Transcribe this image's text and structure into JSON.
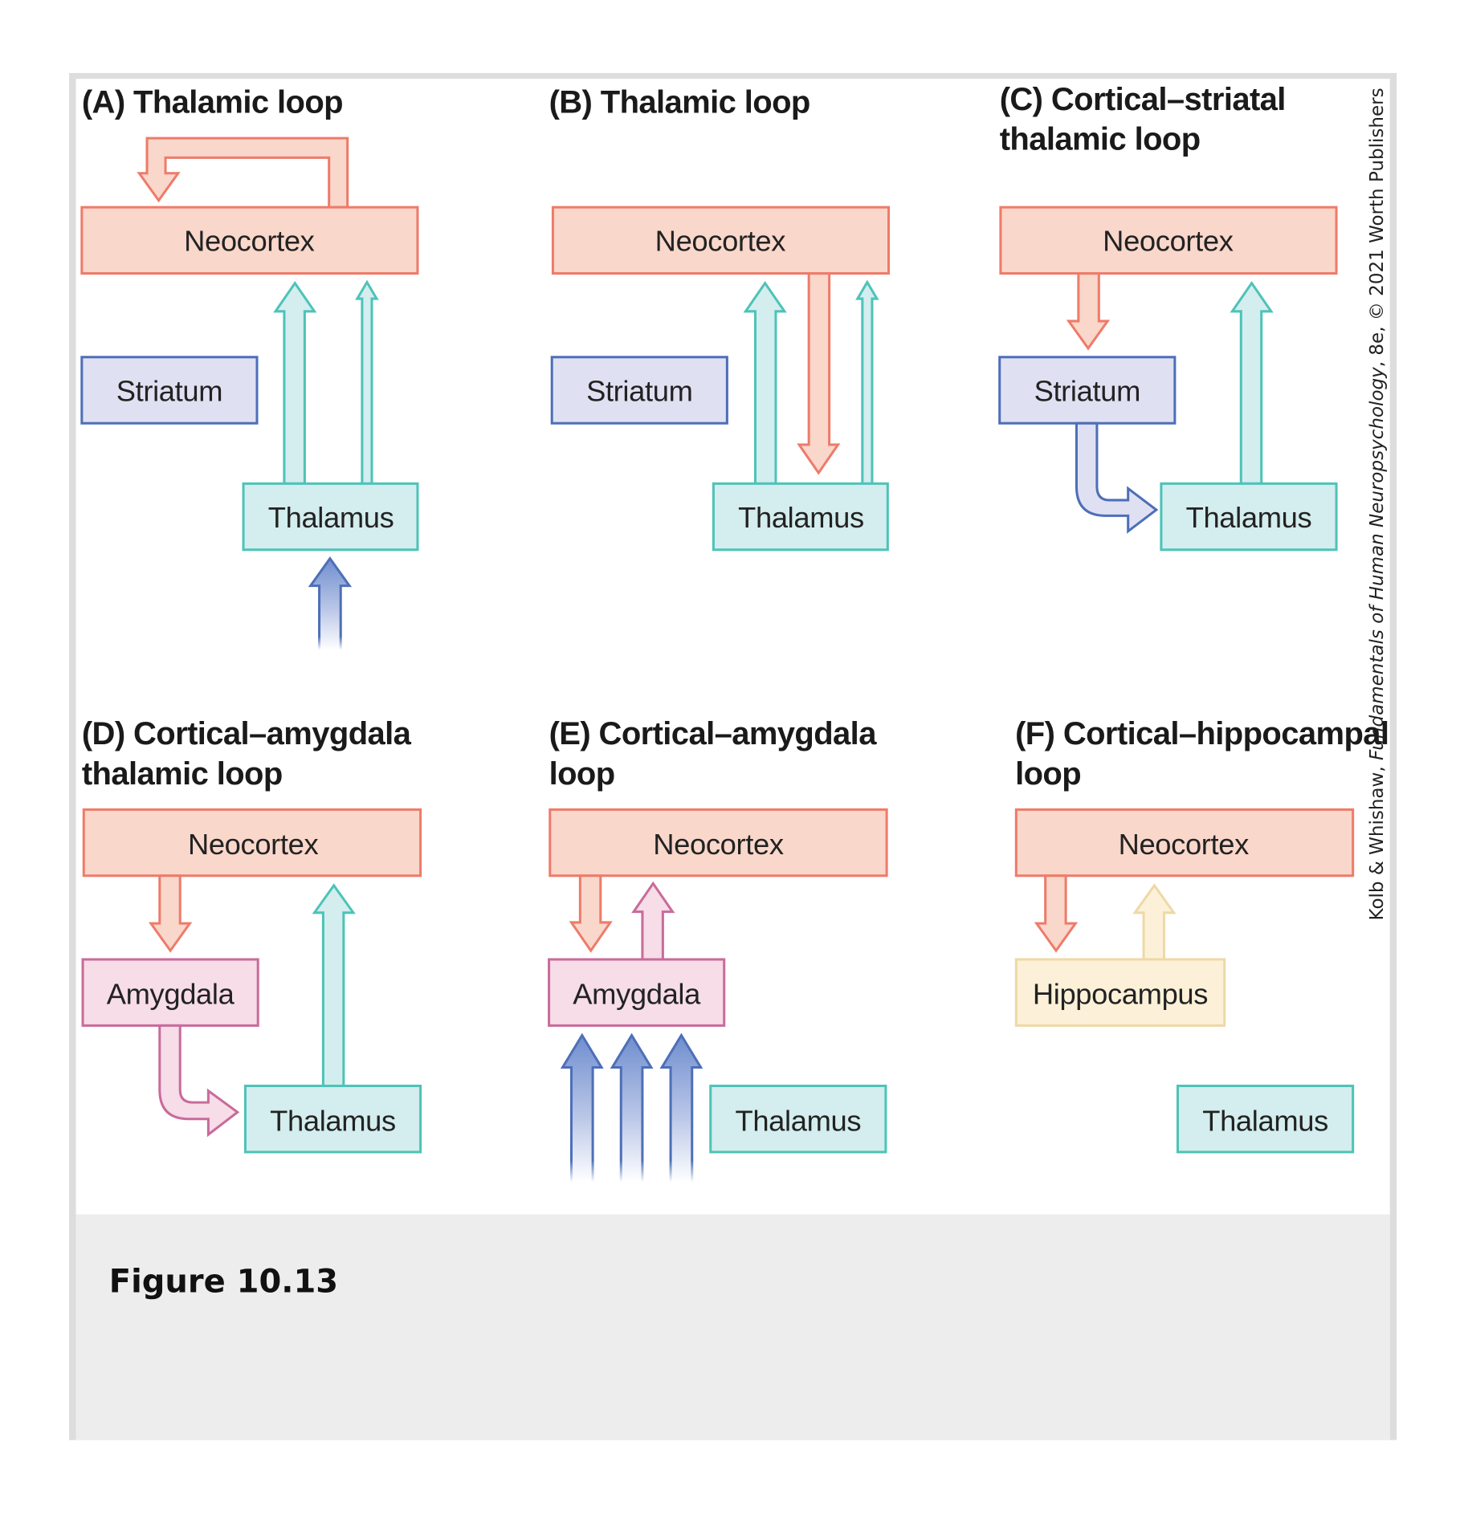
{
  "figure": {
    "caption": "Figure 10.13",
    "credit_prefix": "Kolb & Whishaw, ",
    "credit_book": "Fundamentals of Human Neuropsychology",
    "credit_suffix": ", 8e, © 2021 Worth Publishers"
  },
  "colors": {
    "neocortex_fill": "#F9D7CB",
    "neocortex_stroke": "#EE7B6A",
    "striatum_fill": "#DFE1F2",
    "striatum_stroke": "#4E6FB8",
    "thalamus_fill": "#D4EDEE",
    "thalamus_stroke": "#4EC3B8",
    "amygdala_fill": "#F6DDE8",
    "amygdala_stroke": "#C96B9B",
    "hippocampus_fill": "#FCF1D8",
    "hippocampus_stroke": "#EED9A6",
    "input_arrow": "#4E6FB8",
    "caption_background": "#EDEDED",
    "frame_border": "#DDDDDD"
  },
  "panels": [
    {
      "id": "A",
      "title_line1": "(A)  Thalamic loop",
      "title_line2": "",
      "structures": {
        "neocortex": "Neocortex",
        "striatum": "Striatum",
        "thalamus": "Thalamus"
      },
      "connections": [
        "neocortex→neocortex (recurrent)",
        "thalamus→neocortex (x2)",
        "input→thalamus"
      ]
    },
    {
      "id": "B",
      "title_line1": "(B)  Thalamic loop",
      "title_line2": "",
      "structures": {
        "neocortex": "Neocortex",
        "striatum": "Striatum",
        "thalamus": "Thalamus"
      },
      "connections": [
        "thalamus→neocortex (x2)",
        "neocortex→thalamus"
      ]
    },
    {
      "id": "C",
      "title_line1": "(C)  Cortical–striatal",
      "title_line2": "thalamic loop",
      "structures": {
        "neocortex": "Neocortex",
        "striatum": "Striatum",
        "thalamus": "Thalamus"
      },
      "connections": [
        "neocortex→striatum",
        "striatum→thalamus",
        "thalamus→neocortex"
      ]
    },
    {
      "id": "D",
      "title_line1": "(D)  Cortical–amygdala",
      "title_line2": "thalamic loop",
      "structures": {
        "neocortex": "Neocortex",
        "amygdala": "Amygdala",
        "thalamus": "Thalamus"
      },
      "connections": [
        "neocortex→amygdala",
        "amygdala→thalamus",
        "thalamus→neocortex"
      ]
    },
    {
      "id": "E",
      "title_line1": "(E)  Cortical–amygdala",
      "title_line2": "loop",
      "structures": {
        "neocortex": "Neocortex",
        "amygdala": "Amygdala",
        "thalamus": "Thalamus"
      },
      "connections": [
        "neocortex→amygdala",
        "amygdala→neocortex",
        "inputs→amygdala (x3)"
      ]
    },
    {
      "id": "F",
      "title_line1": "(F)  Cortical–hippocampal",
      "title_line2": "loop",
      "structures": {
        "neocortex": "Neocortex",
        "hippocampus": "Hippocampus",
        "thalamus": "Thalamus"
      },
      "connections": [
        "neocortex→hippocampus",
        "hippocampus→neocortex"
      ]
    }
  ]
}
